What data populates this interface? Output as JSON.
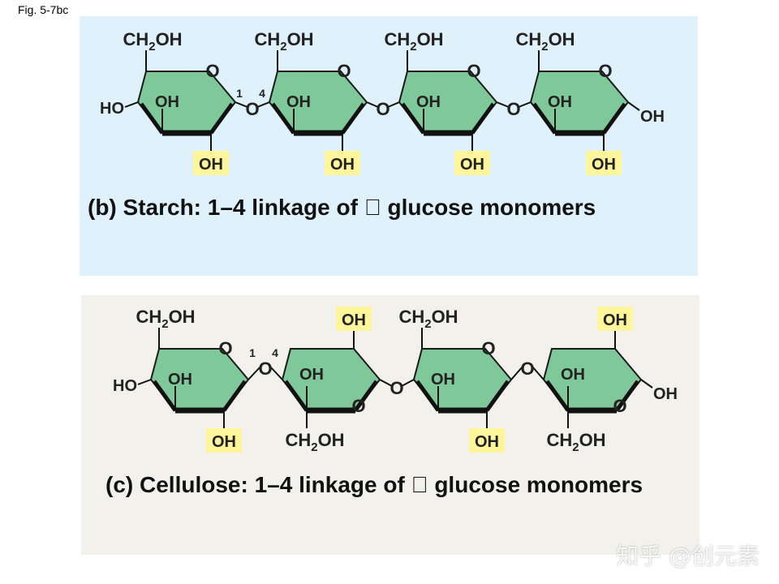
{
  "figure": {
    "label": "Fig. 5-7bc",
    "watermark": "知乎 @创元素"
  },
  "colors": {
    "ring_fill": "#7fc89a",
    "starch_bg": "#dff1fb",
    "cellulose_bg": "#f3f1ec",
    "highlight": "#fff59b"
  },
  "labels": {
    "ch2oh_main": "CH",
    "ch2oh_sub": "2",
    "ch2oh_tail": "OH",
    "oh": "OH",
    "ho": "HO",
    "ring_o": "O",
    "bridge_o": "O",
    "pos_1": "1",
    "pos_4": "4"
  },
  "starch": {
    "caption": "(b) Starch: 1–4 linkage of \u0000 glucose monomers"
  },
  "cellulose": {
    "caption": "(c) Cellulose: 1–4 linkage of \u0000 glucose monomers"
  }
}
